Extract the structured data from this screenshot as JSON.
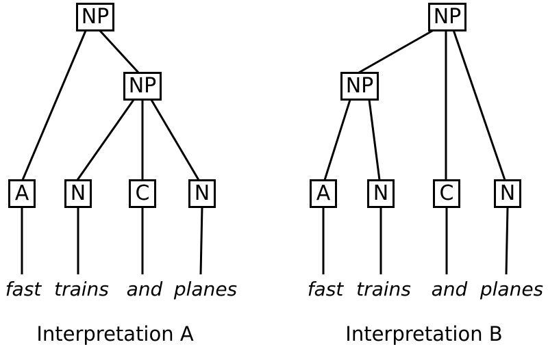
{
  "colors": {
    "line": "#000000",
    "background": "#ffffff"
  },
  "trees": [
    {
      "caption": "Interpretation A",
      "root": "NP",
      "subphrase": "NP",
      "leaves": [
        {
          "pos": "A",
          "word": "fast"
        },
        {
          "pos": "N",
          "word": "trains"
        },
        {
          "pos": "C",
          "word": "and"
        },
        {
          "pos": "N",
          "word": "planes"
        }
      ]
    },
    {
      "caption": "Interpretation B",
      "root": "NP",
      "subphrase": "NP",
      "leaves": [
        {
          "pos": "A",
          "word": "fast"
        },
        {
          "pos": "N",
          "word": "trains"
        },
        {
          "pos": "C",
          "word": "and"
        },
        {
          "pos": "N",
          "word": "planes"
        }
      ]
    }
  ]
}
